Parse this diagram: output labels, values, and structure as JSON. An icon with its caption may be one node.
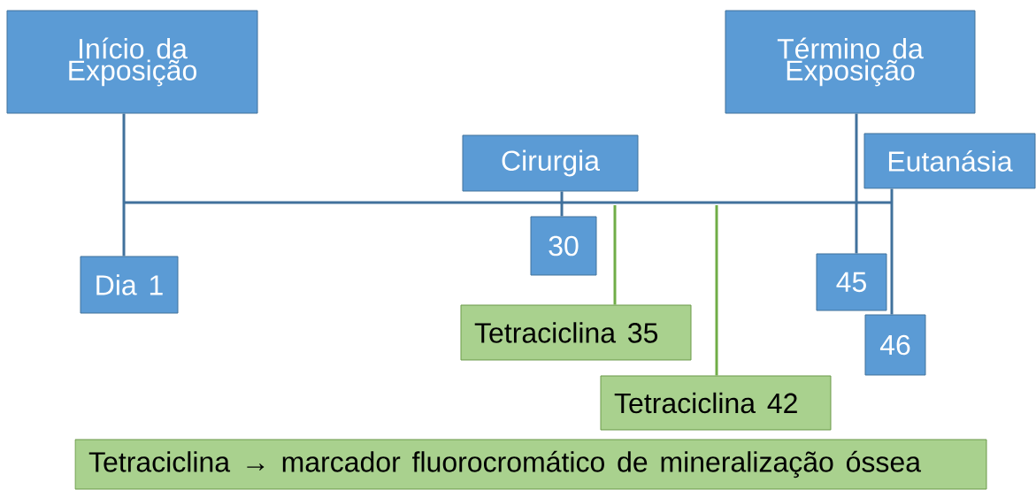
{
  "diagram": {
    "nodes": [
      {
        "text": [
          "Início da Exposição"
        ]
      },
      {
        "text": [
          "Término da Exposição"
        ]
      },
      {
        "text": [
          "Cirurgia"
        ]
      },
      {
        "text": [
          "Eutanásia"
        ]
      },
      {
        "text": [
          "30"
        ]
      },
      {
        "text": [
          "Dia 1"
        ]
      },
      {
        "text": [
          "45"
        ]
      },
      {
        "text": [
          "Tetraciclina 35"
        ]
      },
      {
        "text": [
          "46"
        ]
      },
      {
        "text": [
          "Tetraciclina 42"
        ]
      },
      {
        "text": [
          "Tetraciclina → marcador fluorocromático de mineralização óssea"
        ]
      }
    ],
    "edges": [
      {
        "from": 0,
        "to": 5,
        "arrow": "none"
      },
      {
        "from": 2,
        "to": 4,
        "arrow": "none"
      },
      {
        "from": 1,
        "to": 6,
        "arrow": "none"
      },
      {
        "from": 3,
        "to": 8,
        "arrow": "none"
      },
      {
        "from": null,
        "to": 7,
        "arrow": "none",
        "color": "#70ad47"
      },
      {
        "from": null,
        "to": 9,
        "arrow": "none",
        "color": "#70ad47"
      }
    ]
  }
}
